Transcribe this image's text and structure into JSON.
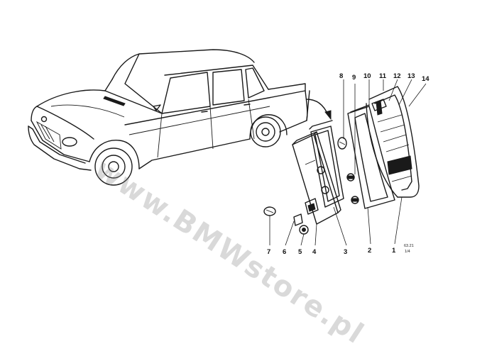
{
  "callouts": [
    {
      "label": "8"
    },
    {
      "label": "9"
    },
    {
      "label": "10"
    },
    {
      "label": "11"
    },
    {
      "label": "12"
    },
    {
      "label": "13"
    },
    {
      "label": "14"
    },
    {
      "label": "7"
    },
    {
      "label": "6"
    },
    {
      "label": "5"
    },
    {
      "label": "4"
    },
    {
      "label": "3"
    },
    {
      "label": "2"
    },
    {
      "label": "1"
    }
  ],
  "reference": {
    "line1": "63.21",
    "line2": "1/4"
  },
  "watermark": "www.BMWstore.pl"
}
